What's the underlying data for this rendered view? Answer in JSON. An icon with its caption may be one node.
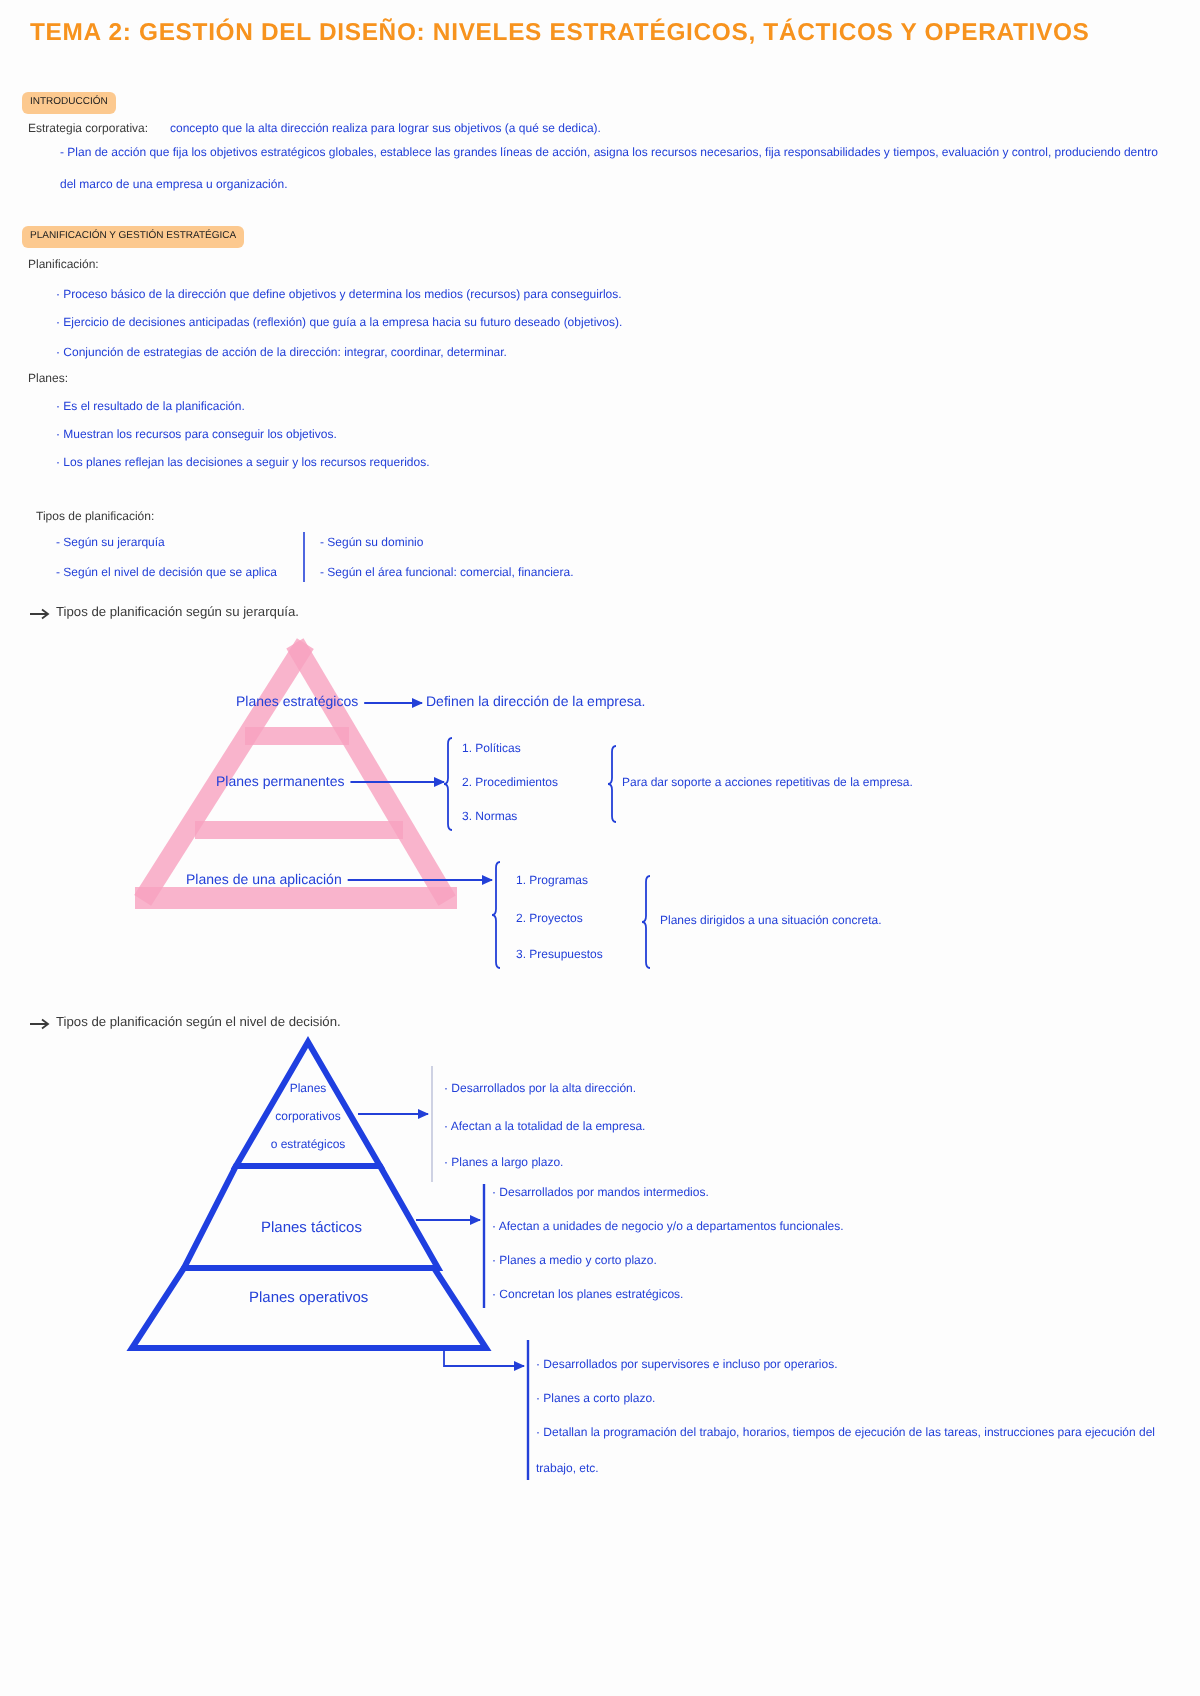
{
  "diagram": {
    "title": "TEMA 2: GESTIÓN DEL DISEÑO: NIVELES ESTRATÉGICOS, TÁCTICOS Y OPERATIVOS",
    "nodes": [
      {
        "text": [
          "INTRODUCCIÓN"
        ]
      },
      {
        "text": [
          "PLANIFICACIÓN Y GESTIÓN ESTRATÉGICA"
        ]
      },
      {
        "text": [
          "Planes estratégicos"
        ]
      },
      {
        "text": [
          "Definen la dirección de la empresa."
        ]
      },
      {
        "text": [
          "Planes permanentes"
        ]
      },
      {
        "text": [
          "1. Políticas",
          "2. Procedimientos",
          "3. Normas"
        ]
      },
      {
        "text": [
          "Planes de una aplicación"
        ]
      },
      {
        "text": [
          "1. Programas",
          "2. Proyectos",
          "3. Presupuestos"
        ]
      },
      {
        "text": [
          "Planes corporativos o estratégicos"
        ]
      },
      {
        "text": [
          "· Desarrollados por la alta dirección.",
          "· Afectan a la totalidad de la empresa.",
          "· Planes a largo plazo."
        ]
      },
      {
        "text": [
          "Planes tácticos"
        ]
      },
      {
        "text": [
          "· Desarrollados por mandos intermedios.",
          "· Afectan a unidades de negocio y/o a departamentos funcionales.",
          "· Planes a medio y corto plazo.",
          "· Concretan los planes estratégicos."
        ]
      },
      {
        "text": [
          "Planes operativos"
        ]
      },
      {
        "text": [
          "· Desarrollados por supervisores e incluso por operarios.",
          "· Planes a corto plazo.",
          "· Detallan la programación del trabajo, horarios, tiempos de ejecución de las tareas, instrucciones para ejecución del trabajo, etc."
        ]
      }
    ],
    "edges": [
      {
        "from": 2,
        "to": 3,
        "arrow": "to"
      },
      {
        "from": 4,
        "to": 5,
        "arrow": "to"
      },
      {
        "from": 6,
        "to": 7,
        "arrow": "to"
      },
      {
        "from": 8,
        "to": 9,
        "arrow": "to"
      },
      {
        "from": 10,
        "to": 11,
        "arrow": "to"
      },
      {
        "from": 12,
        "to": 13,
        "arrow": "to"
      }
    ],
    "labels": [
      "Estrategia corporativa:",
      "concepto que la alta dirección realiza para lograr sus objetivos (a qué se dedica).",
      "- Plan de acción que fija los objetivos estratégicos globales, establece las grandes líneas de acción, asigna los recursos necesarios, fija responsabilidades y tiempos, evaluación y control, produciendo dentro del marco de una empresa u organización.",
      "Planificación:",
      "· Proceso básico de la dirección que define objetivos y determina los medios (recursos) para conseguirlos.",
      "· Ejercicio de decisiones anticipadas (reflexión) que guía a la empresa hacia su futuro deseado (objetivos).",
      "· Conjunción de estrategias de acción de la dirección: integrar, coordinar, determinar.",
      "Planes:",
      "· Es el resultado de la planificación.",
      "· Muestran los recursos para conseguir los objetivos.",
      "· Los planes reflejan las decisiones a seguir y los recursos requeridos.",
      "Tipos de planificación:",
      "- Según su jerarquía",
      "- Según su dominio",
      "- Según el nivel de decisión que se aplica",
      "- Según el área funcional: comercial, financiera.",
      "Tipos de planificación según su jerarquía.",
      "Para dar soporte a acciones repetitivas de la empresa.",
      "Planes dirigidos a una situación concreta.",
      "Tipos de planificación según el nivel de decisión."
    ]
  }
}
